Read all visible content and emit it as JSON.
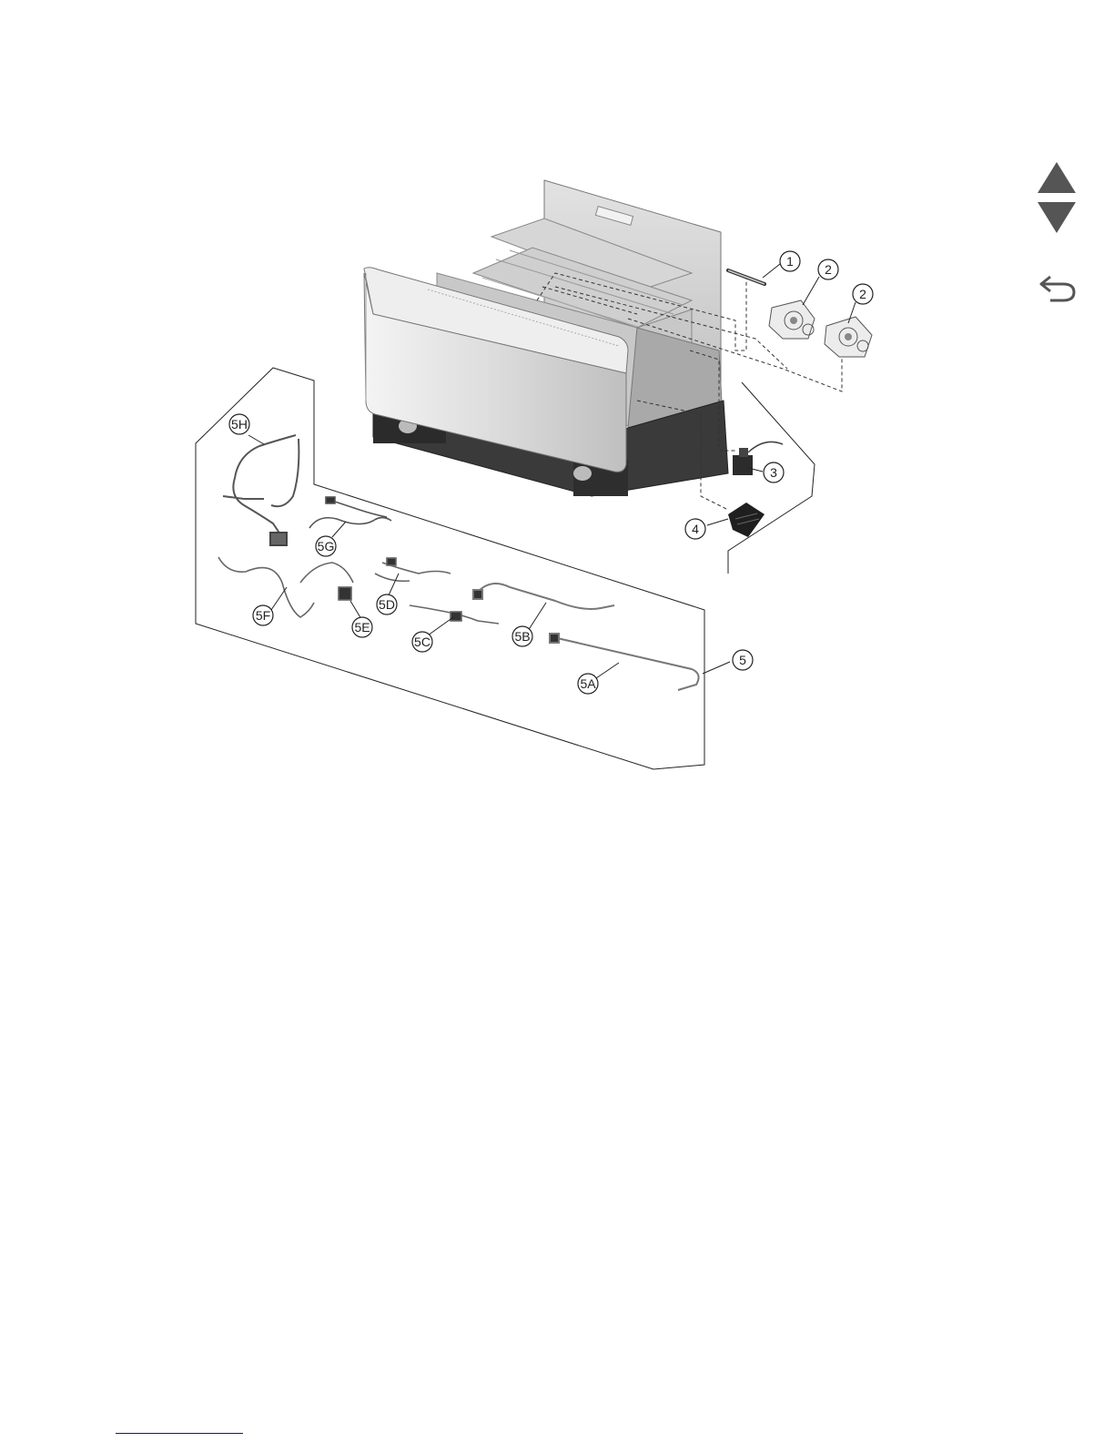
{
  "callouts": {
    "c1": "1",
    "c2a": "2",
    "c2b": "2",
    "c3": "3",
    "c4": "4",
    "c5": "5",
    "c5A": "5A",
    "c5B": "5B",
    "c5C": "5C",
    "c5D": "5D",
    "c5E": "5E",
    "c5F": "5F",
    "c5G": "5G",
    "c5H": "5H"
  },
  "nav": {
    "up_icon": "triangle-up",
    "down_icon": "triangle-down",
    "back_icon": "return-arrow"
  },
  "footer": {
    "link_text": ""
  },
  "colors": {
    "nav": "#555555",
    "line": "#222222",
    "link": "#1a0dab"
  }
}
